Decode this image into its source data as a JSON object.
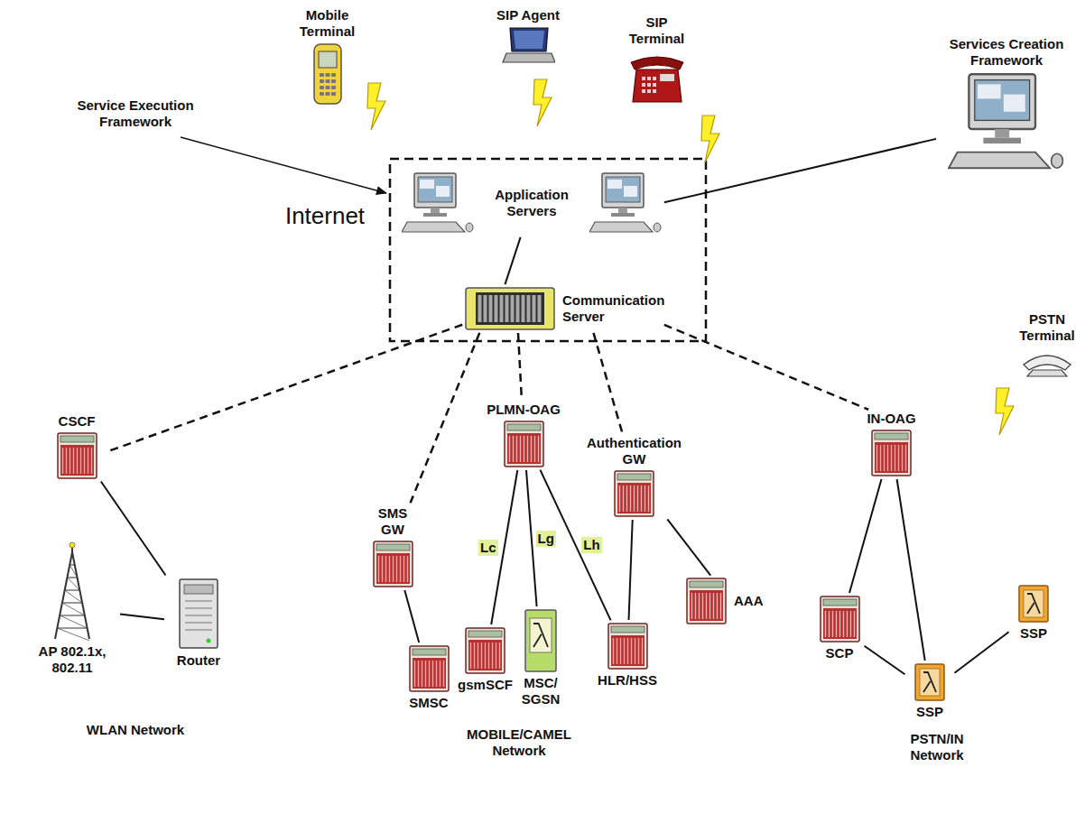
{
  "diagram": {
    "nodes": [
      {
        "text": [
          "Internet"
        ]
      },
      {
        "text": [
          "Application Servers"
        ],
        "in": 0
      },
      {
        "text": [
          "Communication Server"
        ],
        "in": 0
      },
      {
        "text": [
          "Mobile Terminal"
        ]
      },
      {
        "text": [
          "SIP Agent"
        ]
      },
      {
        "text": [
          "SIP Terminal"
        ]
      },
      {
        "text": [
          "Services Creation Framework"
        ]
      },
      {
        "text": [
          "PSTN Terminal"
        ]
      },
      {
        "text": [
          "WLAN Network"
        ]
      },
      {
        "text": [
          "CSCF"
        ],
        "in": 8
      },
      {
        "text": [
          "AP 802.1x, 802.11"
        ],
        "in": 8
      },
      {
        "text": [
          "Router"
        ],
        "in": 8
      },
      {
        "text": [
          "MOBILE/CAMEL Network"
        ]
      },
      {
        "text": [
          "SMS GW"
        ],
        "in": 12
      },
      {
        "text": [
          "PLMN-OAG"
        ],
        "in": 12
      },
      {
        "text": [
          "Authentication GW"
        ],
        "in": 12
      },
      {
        "text": [
          "SMSC"
        ],
        "in": 12
      },
      {
        "text": [
          "gsmSCF"
        ],
        "in": 12
      },
      {
        "text": [
          "MSC/ SGSN"
        ],
        "in": 12
      },
      {
        "text": [
          "HLR/HSS"
        ],
        "in": 12
      },
      {
        "text": [
          "AAA"
        ],
        "in": 12
      },
      {
        "text": [
          "PSTN/IN Network"
        ]
      },
      {
        "text": [
          "IN-OAG"
        ],
        "in": 21
      },
      {
        "text": [
          "SCP"
        ],
        "in": 21
      },
      {
        "text": [
          "SSP"
        ],
        "in": 21
      },
      {
        "text": [
          "SSP"
        ],
        "in": 21
      }
    ],
    "edges": [
      {
        "from": 1,
        "to": 2,
        "arrow": "none"
      },
      {
        "from": 1,
        "to": 6,
        "arrow": "none"
      },
      {
        "from": 2,
        "to": 9,
        "arrow": "none"
      },
      {
        "from": 2,
        "to": 13,
        "arrow": "none"
      },
      {
        "from": 2,
        "to": 14,
        "arrow": "none"
      },
      {
        "from": 2,
        "to": 15,
        "arrow": "none"
      },
      {
        "from": 2,
        "to": 22,
        "arrow": "none"
      },
      {
        "from": 9,
        "to": 11,
        "arrow": "none"
      },
      {
        "from": 10,
        "to": 11,
        "arrow": "none"
      },
      {
        "from": 13,
        "to": 16,
        "arrow": "none"
      },
      {
        "from": 14,
        "to": 17,
        "label": "Lc",
        "arrow": "none"
      },
      {
        "from": 14,
        "to": 18,
        "label": "Lg",
        "arrow": "none"
      },
      {
        "from": 14,
        "to": 19,
        "label": "Lh",
        "arrow": "none"
      },
      {
        "from": 15,
        "to": 19,
        "arrow": "none"
      },
      {
        "from": 15,
        "to": 20,
        "arrow": "none"
      },
      {
        "from": 22,
        "to": 23,
        "arrow": "none"
      },
      {
        "from": 22,
        "to": 24,
        "arrow": "none"
      },
      {
        "from": 23,
        "to": 24,
        "arrow": "none"
      },
      {
        "from": 24,
        "to": 25,
        "arrow": "none"
      }
    ],
    "labels": [
      "Service Execution Framework"
    ]
  }
}
